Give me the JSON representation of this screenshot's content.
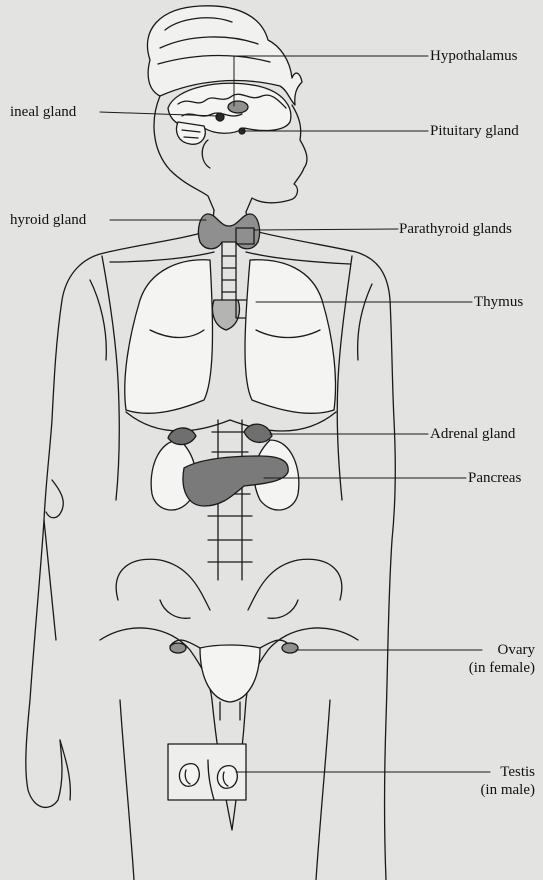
{
  "diagram": {
    "labels": {
      "hypothalamus": "Hypothalamus",
      "pineal_gland": "ineal gland",
      "pituitary_gland": "Pituitary gland",
      "thyroid_gland": "hyroid gland",
      "parathyroid_glands": "Parathyroid glands",
      "thymus": "Thymus",
      "adrenal_gland": "Adrenal gland",
      "pancreas": "Pancreas",
      "ovary": "Ovary",
      "ovary_note": "(in female)",
      "testis": "Testis",
      "testis_note": "(in male)"
    },
    "colors": {
      "background": "#e3e3e1",
      "line": "#1a1a1a",
      "gland_fill": "#8f8f8f",
      "organ_fill": "#f4f4f2"
    }
  }
}
